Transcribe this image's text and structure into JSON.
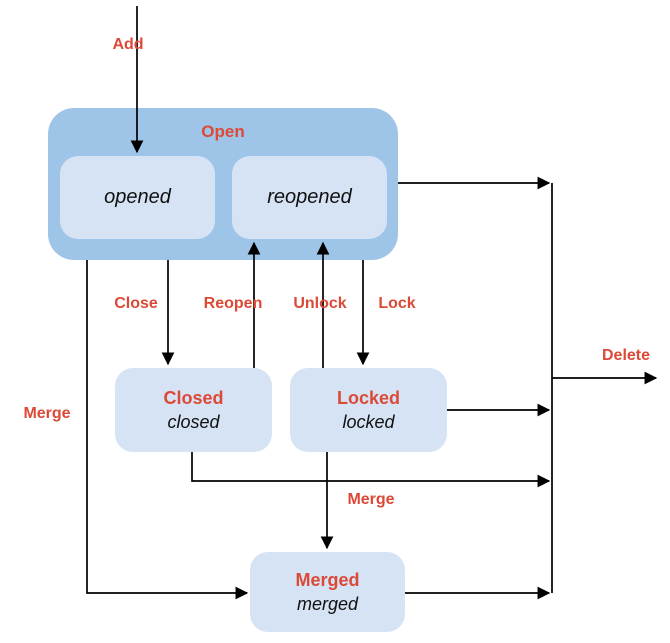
{
  "colors": {
    "background": "#ffffff",
    "container_fill": "#9ec4e8",
    "state_fill": "#d5e3f4",
    "accent": "#dc4937",
    "line": "#000000",
    "state_text": "#111111"
  },
  "states": {
    "open": {
      "label": "Open"
    },
    "opened": {
      "label": "opened"
    },
    "reopened": {
      "label": "reopened"
    },
    "closed": {
      "title": "Closed",
      "subtitle": "closed"
    },
    "locked": {
      "title": "Locked",
      "subtitle": "locked"
    },
    "merged": {
      "title": "Merged",
      "subtitle": "merged"
    }
  },
  "transitions": {
    "add": {
      "label": "Add"
    },
    "close": {
      "label": "Close"
    },
    "reopen": {
      "label": "Reopen"
    },
    "unlock": {
      "label": "Unlock"
    },
    "lock": {
      "label": "Lock"
    },
    "merge_left": {
      "label": "Merge"
    },
    "merge_bottom": {
      "label": "Merge"
    },
    "delete": {
      "label": "Delete"
    }
  }
}
